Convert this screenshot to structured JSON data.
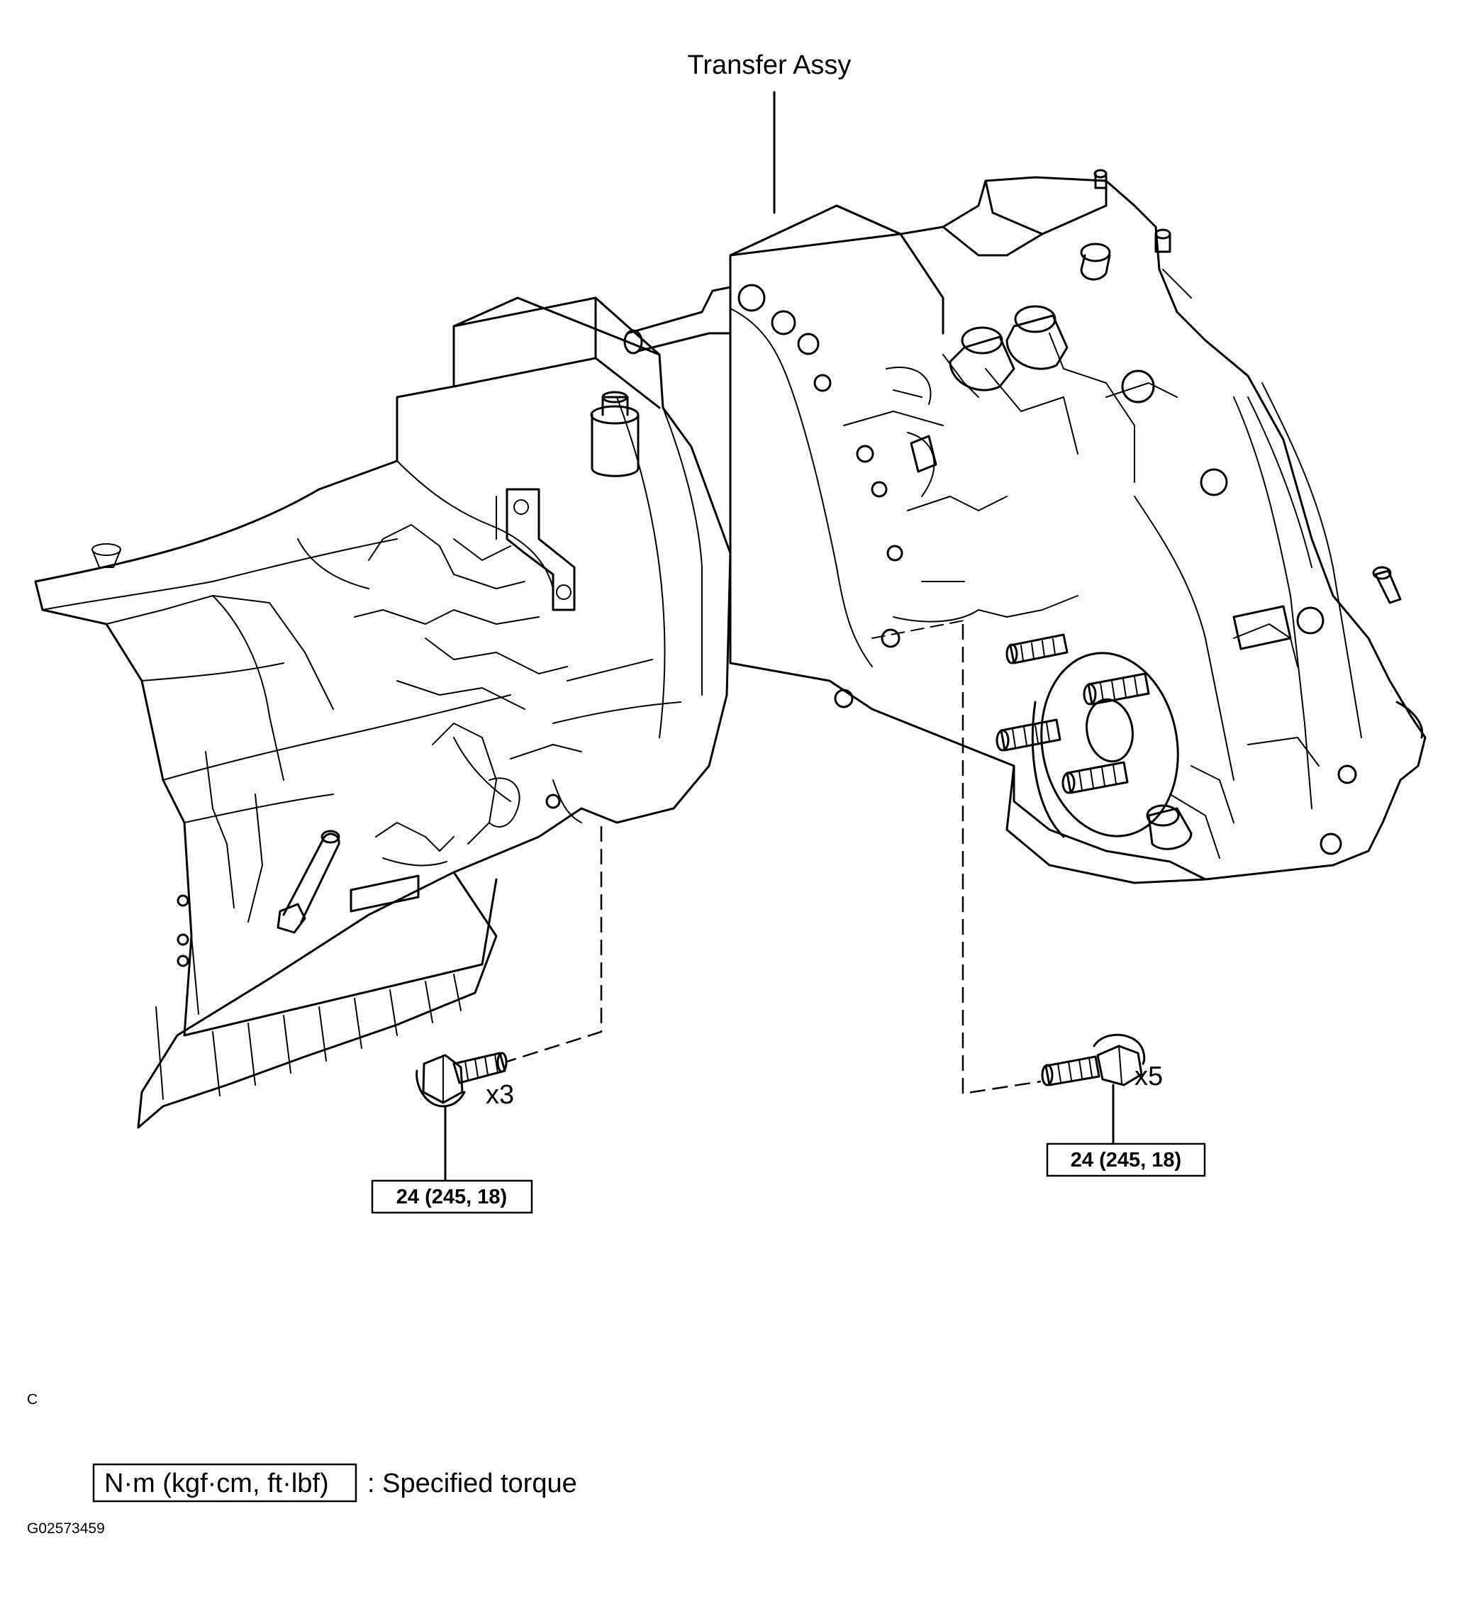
{
  "title_callout": "Transfer Assy",
  "bolts": [
    {
      "quantity": "x3",
      "torque": "24 (245, 18)"
    },
    {
      "quantity": "x5",
      "torque": "24 (245, 18)"
    }
  ],
  "figure_letter": "C",
  "legend": {
    "units": "N·m (kgf·cm, ft·lbf)",
    "description": ": Specified torque"
  },
  "figure_id": "G02573459"
}
